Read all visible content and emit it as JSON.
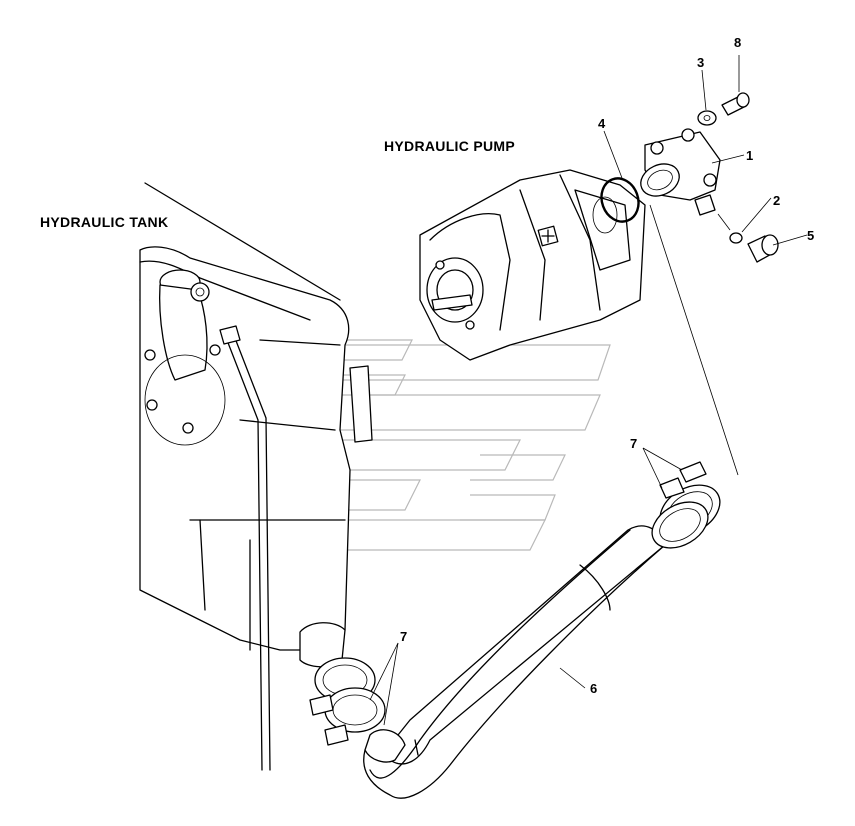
{
  "labels": {
    "tank": "HYDRAULIC TANK",
    "pump": "HYDRAULIC PUMP"
  },
  "callouts": {
    "p1": "1",
    "p2": "2",
    "p3": "3",
    "p4": "4",
    "p5": "5",
    "p6": "6",
    "p7a": "7",
    "p7b": "7",
    "p8": "8"
  }
}
